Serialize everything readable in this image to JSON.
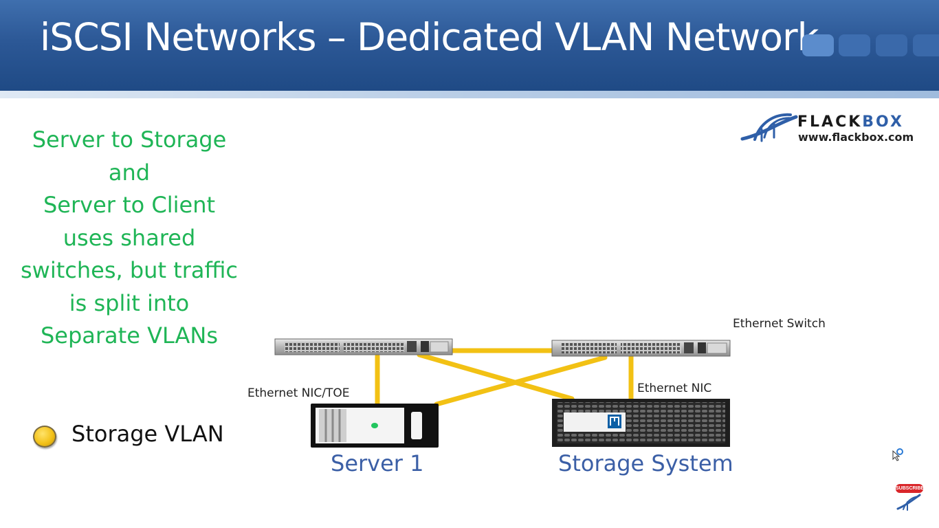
{
  "slide": {
    "title": "iSCSI Networks – Dedicated VLAN Network",
    "description": "Server to Storage\nand\nServer to Client\nuses shared\nswitches, but traffic\nis split into\nSeparate VLANs"
  },
  "legend": {
    "label": "Storage VLAN",
    "color": "#f3c21a"
  },
  "diagram": {
    "switch_label": "Ethernet Switch",
    "server_nic_label": "Ethernet NIC/TOE",
    "storage_nic_label": "Ethernet NIC",
    "server_label": "Server 1",
    "storage_label": "Storage System",
    "link_color": "#f2c114",
    "device_label_color": "#3b5fa6"
  },
  "logo": {
    "brand_a": "FLACK",
    "brand_b": "BOX",
    "url": "www.flackbox.com"
  },
  "badge": {
    "subscribe": "SUBSCRIBE"
  },
  "colors": {
    "header": "#2c5896",
    "description": "#1fb556"
  }
}
